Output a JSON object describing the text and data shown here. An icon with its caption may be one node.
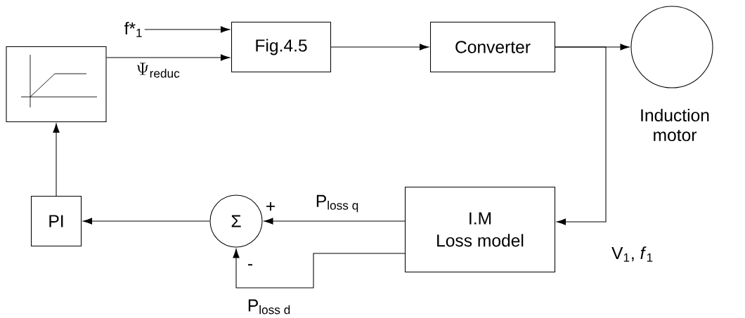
{
  "diagram": {
    "nodes": [
      {
        "text": [
          "f*$_{1}$"
        ]
      },
      {
        "text": [],
        "shape": "box"
      },
      {
        "text": [
          "Fig.4.5"
        ]
      },
      {
        "text": [
          "Converter"
        ]
      },
      {
        "text": [],
        "shape": "circle",
        "beside": [
          "Induction motor"
        ]
      },
      {
        "text": [
          "PI"
        ]
      },
      {
        "text": [
          "Σ"
        ]
      },
      {
        "text": [
          "I.M",
          "Loss model"
        ]
      }
    ],
    "edges": [
      {
        "from": 0,
        "to": 2,
        "arrow": "to"
      },
      {
        "from": 1,
        "to": 2,
        "arrow": "to",
        "label": "\\Psi_{\\mathrm{reduc}}"
      },
      {
        "from": 2,
        "to": 3,
        "arrow": "to"
      },
      {
        "from": 3,
        "to": 4,
        "arrow": "to"
      },
      {
        "from": 3,
        "to": 7,
        "arrow": "to"
      },
      {
        "from": 7,
        "to": 6,
        "arrow": "to",
        "label": "\\mathrm{P}_{\\mathrm{loss\\;q}}"
      },
      {
        "from": 7,
        "to": 6,
        "arrow": "to",
        "label": "\\mathrm{P}_{\\mathrm{loss\\;d}}"
      },
      {
        "from": 6,
        "to": 5,
        "arrow": "to"
      },
      {
        "from": 5,
        "to": 1,
        "arrow": "to"
      }
    ],
    "labels": [
      "+",
      "-",
      "V$_{1}$, *f*$_{1}$"
    ]
  }
}
